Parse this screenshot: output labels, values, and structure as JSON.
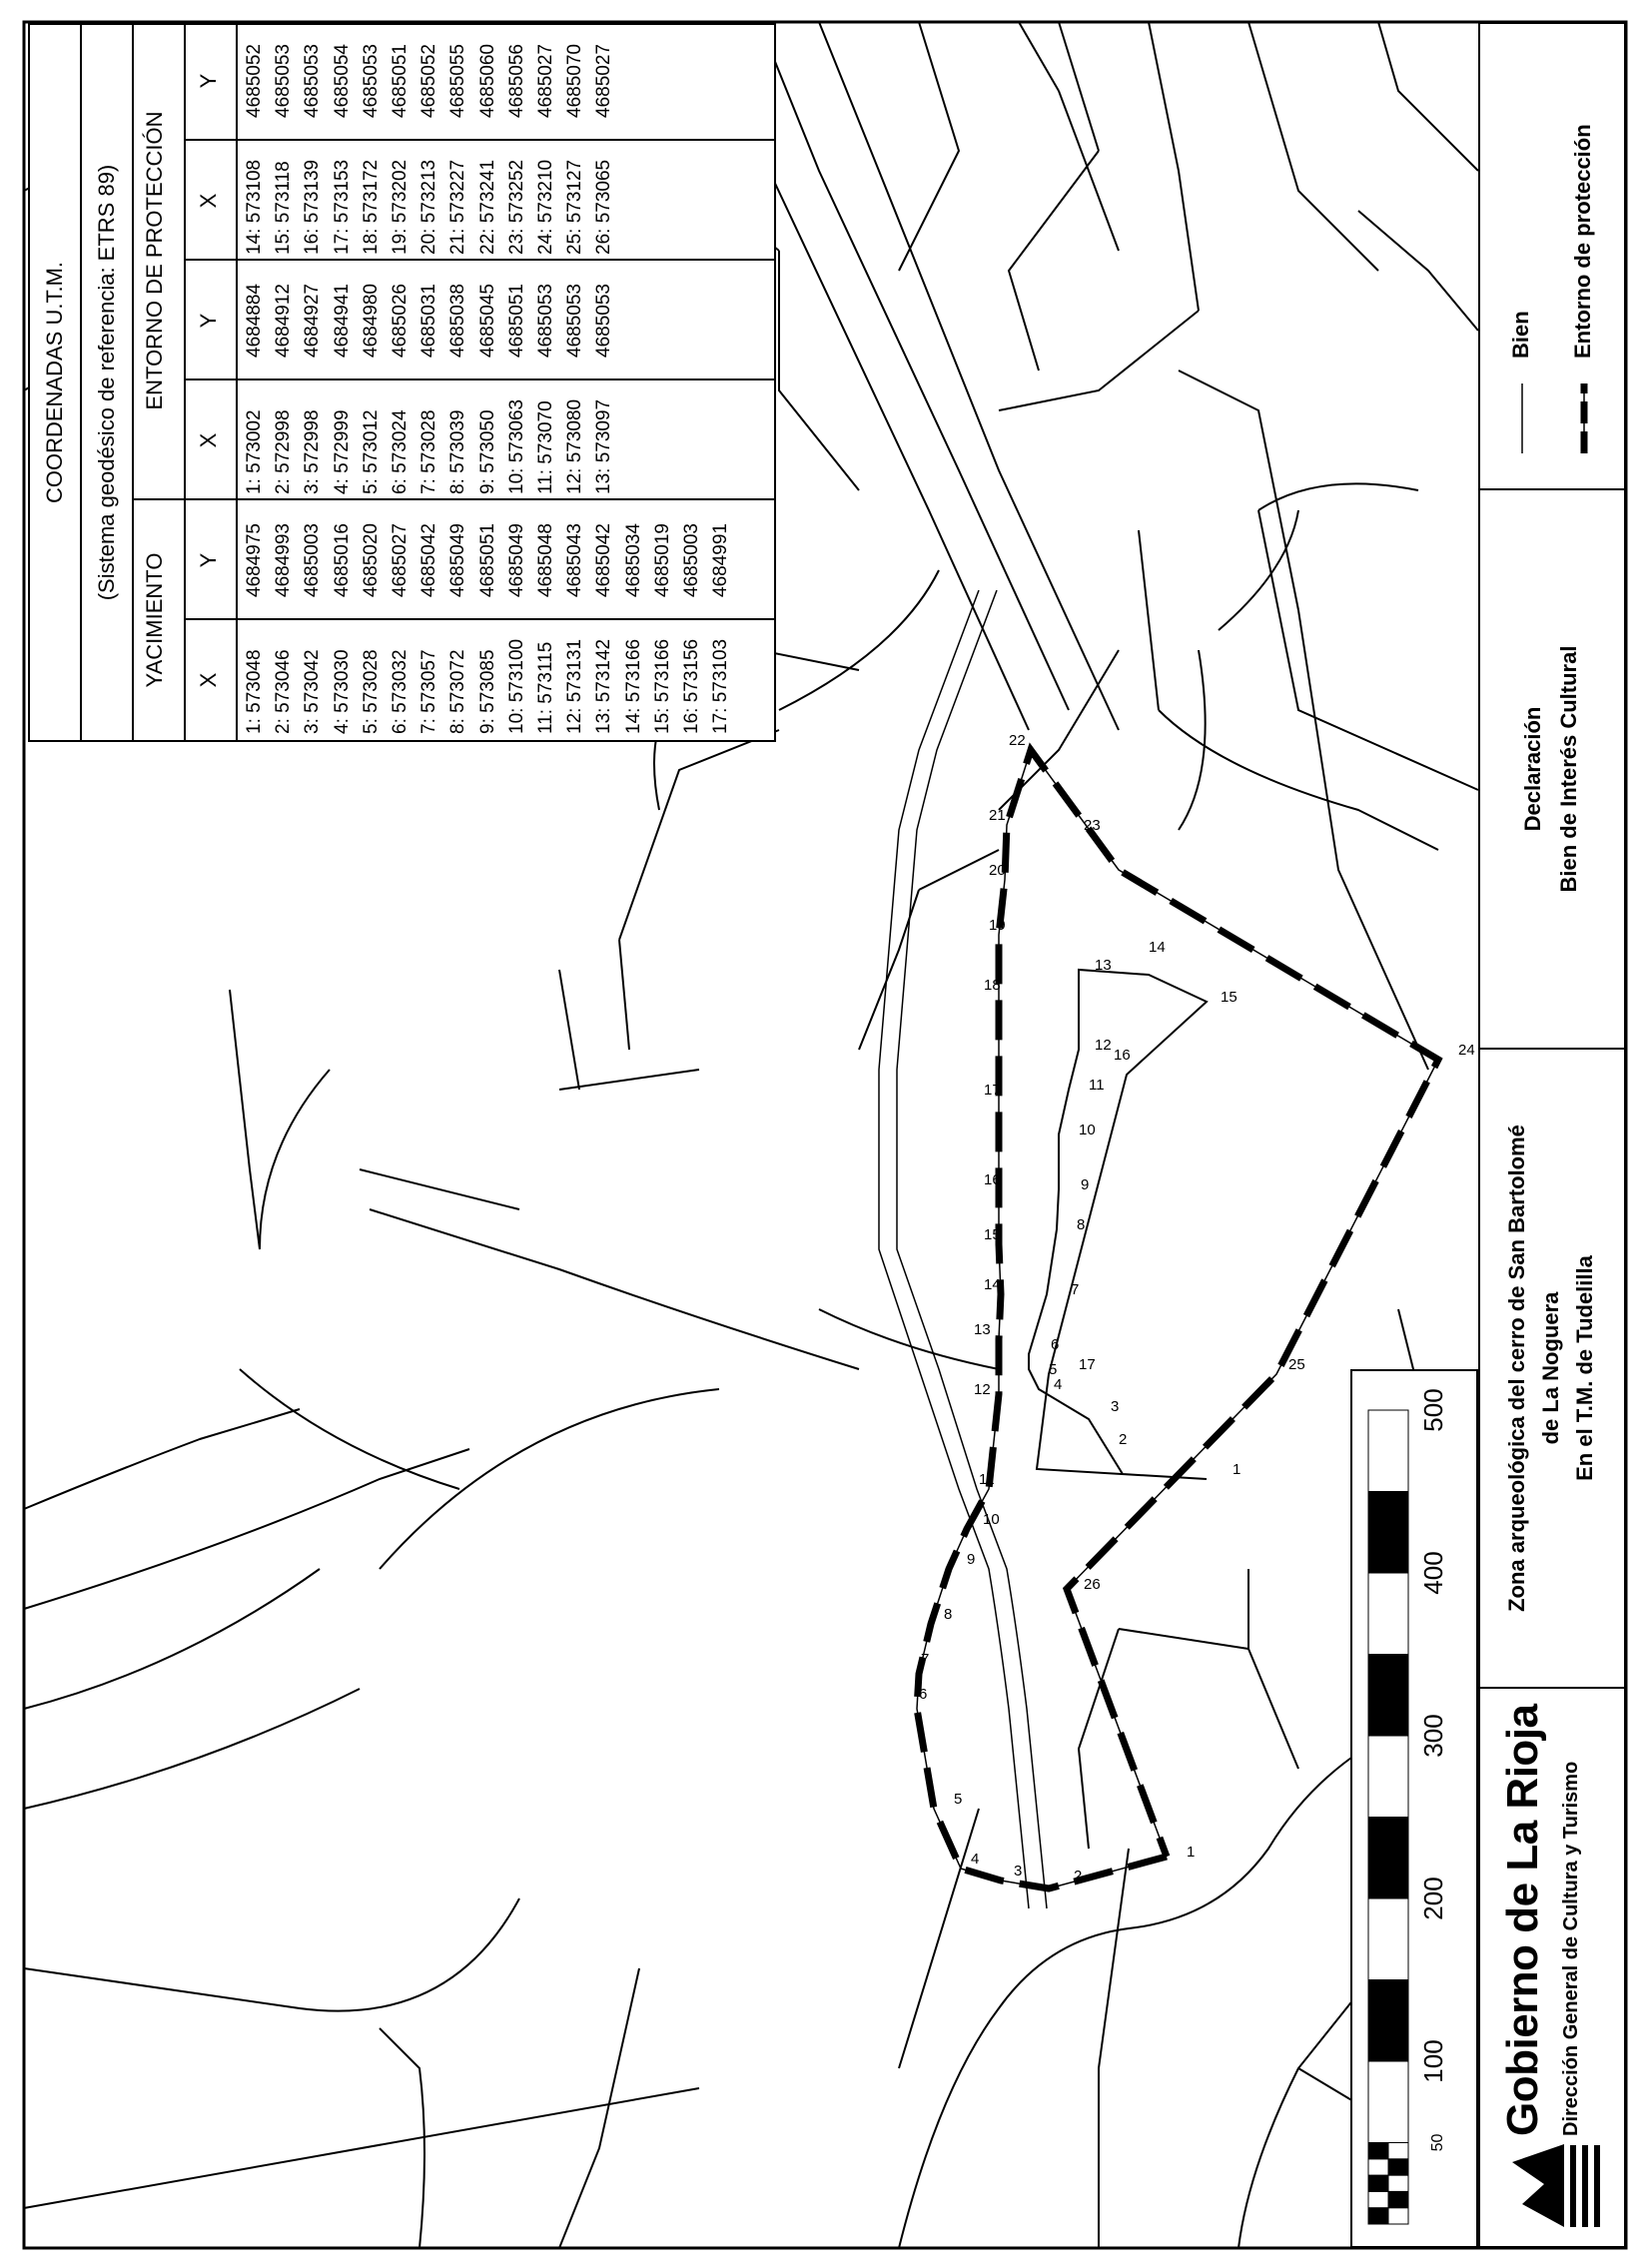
{
  "coordinates_table": {
    "title": "COORDENADAS U.T.M.",
    "subtitle": "(Sistema geodésico de referencia: ETRS 89)",
    "sections": {
      "yacimiento": "YACIMIENTO",
      "entorno": "ENTORNO DE PROTECCIÓN"
    },
    "col_x": "X",
    "col_y": "Y",
    "yacimiento_rows": [
      {
        "x": "1: 573048",
        "y": "4684975"
      },
      {
        "x": "2: 573046",
        "y": "4684993"
      },
      {
        "x": "3: 573042",
        "y": "4685003"
      },
      {
        "x": "4: 573030",
        "y": "4685016"
      },
      {
        "x": "5: 573028",
        "y": "4685020"
      },
      {
        "x": "6: 573032",
        "y": "4685027"
      },
      {
        "x": "7: 573057",
        "y": "4685042"
      },
      {
        "x": "8: 573072",
        "y": "4685049"
      },
      {
        "x": "9: 573085",
        "y": "4685051"
      },
      {
        "x": "10: 573100",
        "y": "4685049"
      },
      {
        "x": "11: 573115",
        "y": "4685048"
      },
      {
        "x": "12: 573131",
        "y": "4685043"
      },
      {
        "x": "13: 573142",
        "y": "4685042"
      },
      {
        "x": "14: 573166",
        "y": "4685034"
      },
      {
        "x": "15: 573166",
        "y": "4685019"
      },
      {
        "x": "16: 573156",
        "y": "4685003"
      },
      {
        "x": "17: 573103",
        "y": "4684991"
      }
    ],
    "entorno_rows_a": [
      {
        "x": "1: 573002",
        "y": "4684884"
      },
      {
        "x": "2: 572998",
        "y": "4684912"
      },
      {
        "x": "3: 572998",
        "y": "4684927"
      },
      {
        "x": "4: 572999",
        "y": "4684941"
      },
      {
        "x": "5: 573012",
        "y": "4684980"
      },
      {
        "x": "6: 573024",
        "y": "4685026"
      },
      {
        "x": "7: 573028",
        "y": "4685031"
      },
      {
        "x": "8: 573039",
        "y": "4685038"
      },
      {
        "x": "9: 573050",
        "y": "4685045"
      },
      {
        "x": "10: 573063",
        "y": "4685051"
      },
      {
        "x": "11: 573070",
        "y": "4685053"
      },
      {
        "x": "12: 573080",
        "y": "4685053"
      },
      {
        "x": "13: 573097",
        "y": "4685053"
      }
    ],
    "entorno_rows_b": [
      {
        "x": "14: 573108",
        "y": "4685052"
      },
      {
        "x": "15: 573118",
        "y": "4685053"
      },
      {
        "x": "16: 573139",
        "y": "4685053"
      },
      {
        "x": "17: 573153",
        "y": "4685054"
      },
      {
        "x": "18: 573172",
        "y": "4685053"
      },
      {
        "x": "19: 573202",
        "y": "4685051"
      },
      {
        "x": "20: 573213",
        "y": "4685052"
      },
      {
        "x": "21: 573227",
        "y": "4685055"
      },
      {
        "x": "22: 573241",
        "y": "4685060"
      },
      {
        "x": "23: 573252",
        "y": "4685056"
      },
      {
        "x": "24: 573210",
        "y": "4685027"
      },
      {
        "x": "25: 573127",
        "y": "4685070"
      },
      {
        "x": "26: 573065",
        "y": "4685027"
      }
    ]
  },
  "scale_bar": {
    "labels": [
      "50",
      "100",
      "200",
      "300",
      "400",
      "500"
    ]
  },
  "title_block": {
    "logo_title": "Gobierno de La Rioja",
    "logo_subtitle": "Dirección General de Cultura y Turismo",
    "zone_line1": "Zona arqueológica del cerro de San Bartolomé",
    "zone_line2": "de La Noguera",
    "zone_line3": "En el T.M. de Tudelilla",
    "decl_line1": "Declaración",
    "decl_line2": "Bien de Interés Cultural",
    "legend_bien": "Bien",
    "legend_entorno": "Entorno de protección"
  },
  "map_labels": {
    "bien_points": [
      "1",
      "2",
      "3",
      "4",
      "5",
      "6",
      "7",
      "8",
      "9",
      "10",
      "11",
      "12",
      "13",
      "14",
      "15",
      "16",
      "17"
    ],
    "entorno_points": [
      "1",
      "2",
      "3",
      "4",
      "5",
      "6",
      "7",
      "8",
      "9",
      "10",
      "11",
      "12",
      "13",
      "14",
      "15",
      "16",
      "17",
      "18",
      "19",
      "20",
      "21",
      "22",
      "23",
      "24",
      "25",
      "26"
    ]
  },
  "colors": {
    "ink": "#000000",
    "paper": "#ffffff"
  }
}
